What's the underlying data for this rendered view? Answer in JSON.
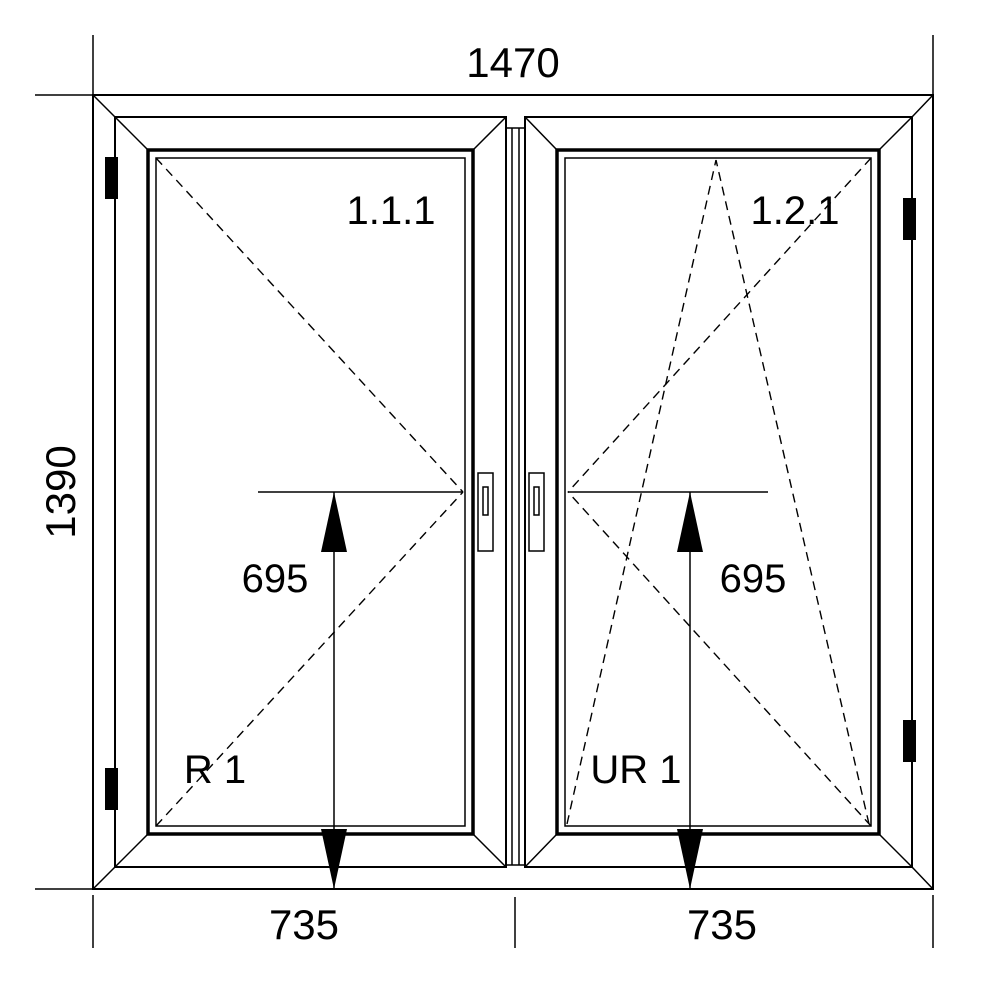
{
  "dimensions": {
    "total_width": "1470",
    "total_height": "1390",
    "left_sash_width": "735",
    "right_sash_width": "735"
  },
  "sashes": [
    {
      "id_label": "1.1.1",
      "opening_type": "R 1",
      "handle_height": "695"
    },
    {
      "id_label": "1.2.1",
      "opening_type": "UR 1",
      "handle_height": "695"
    }
  ]
}
